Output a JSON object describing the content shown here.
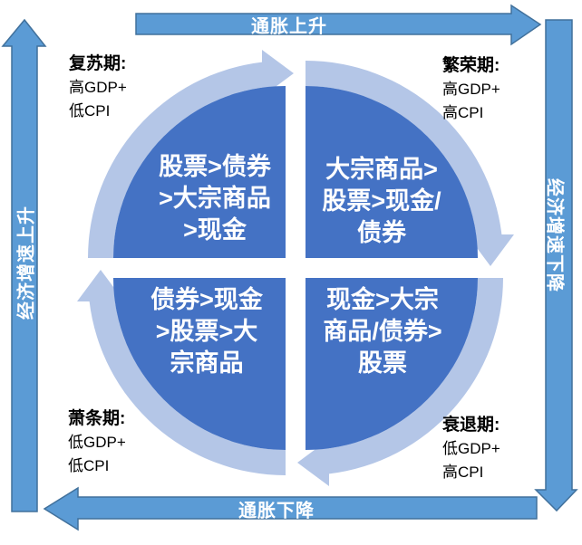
{
  "diagram": {
    "type": "investment-clock-cycle",
    "rotation": "clockwise",
    "axis_arrows": {
      "top": {
        "label": "通胀上升",
        "direction": "right"
      },
      "bottom": {
        "label": "通胀下降",
        "direction": "left"
      },
      "left": {
        "label": "经济增速上升",
        "direction": "up"
      },
      "right": {
        "label": "经济增速下降",
        "direction": "down"
      }
    },
    "quadrants": [
      {
        "position": "top-left",
        "phase": {
          "title": "复苏期:",
          "lines": [
            "高GDP+",
            "低CPI"
          ]
        },
        "allocation_lines": [
          "股票>债券",
          ">大宗商品",
          ">现金"
        ]
      },
      {
        "position": "top-right",
        "phase": {
          "title": "繁荣期:",
          "lines": [
            "高GDP+",
            "高CPI"
          ]
        },
        "allocation_lines": [
          "大宗商品>",
          "股票>现金/",
          "债券"
        ]
      },
      {
        "position": "bottom-left",
        "phase": {
          "title": "萧条期:",
          "lines": [
            "低GDP+",
            "低CPI"
          ]
        },
        "allocation_lines": [
          "债券>现金",
          ">股票>大",
          "宗商品"
        ]
      },
      {
        "position": "bottom-right",
        "phase": {
          "title": "衰退期:",
          "lines": [
            "低GDP+",
            "高CPI"
          ]
        },
        "allocation_lines": [
          "现金>大宗",
          "商品/债券>",
          "股票"
        ]
      }
    ],
    "colors": {
      "sector_fill": "#4472C4",
      "arc_band": "#B4C6E7",
      "axis_arrow_fill": "#5B9BD5",
      "axis_arrow_border": "#41719C",
      "wheel_text": "#FFFFFF",
      "label_text": "#000000",
      "background": "#FFFFFF"
    }
  }
}
